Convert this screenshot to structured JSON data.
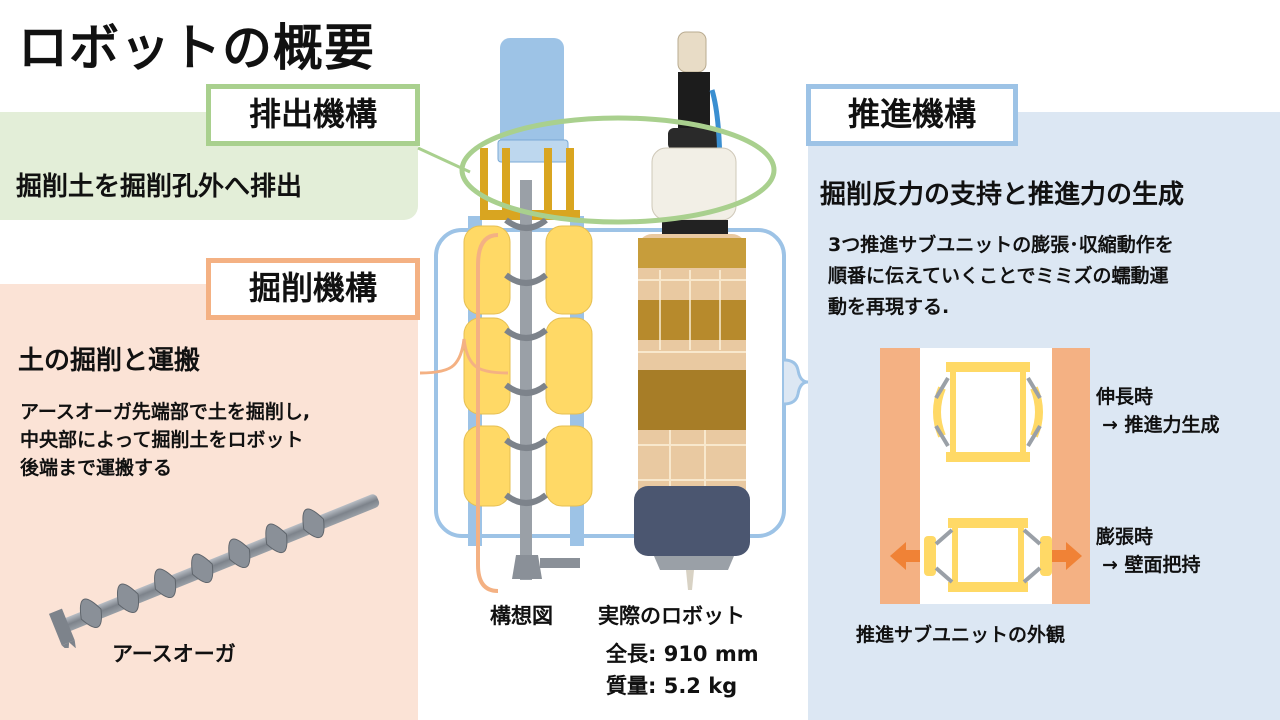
{
  "title": "ロボットの概要",
  "discharge": {
    "tag": "排出機構",
    "description": "掘削土を掘削孔外へ排出"
  },
  "excavation": {
    "tag": "掘削機構",
    "heading": "土の掘削と運搬",
    "body_lines": [
      "アースオーガ先端部で土を掘削し,",
      "中央部によって掘削土をロボット",
      "後端まで運搬する"
    ],
    "auger_label": "アースオーガ"
  },
  "propulsion": {
    "tag": "推進機構",
    "heading": "掘削反力の支持と推進力の生成",
    "body_lines": [
      "3つ推進サブユニットの膨張･収縮動作を",
      "順番に伝えていくことでミミズの蠕動運",
      "動を再現する."
    ],
    "extend_label": "伸長時",
    "extend_effect": "→ 推進力生成",
    "expand_label": "膨張時",
    "expand_effect": "→ 壁面把持",
    "subunit_caption": "推進サブユニットの外観"
  },
  "center": {
    "concept_label": "構想図",
    "actual_label": "実際のロボット",
    "length_text": "全長: 910 mm",
    "mass_text": "質量: 5.2 kg"
  },
  "colors": {
    "green_panel": "#e3eed8",
    "green_accent": "#a9d08e",
    "orange_panel": "#fbe3d6",
    "orange_accent": "#f4b183",
    "blue_panel": "#dce7f3",
    "blue_accent": "#9dc3e6",
    "yellow_unit": "#ffd966",
    "gold_frame": "#d9a520"
  }
}
